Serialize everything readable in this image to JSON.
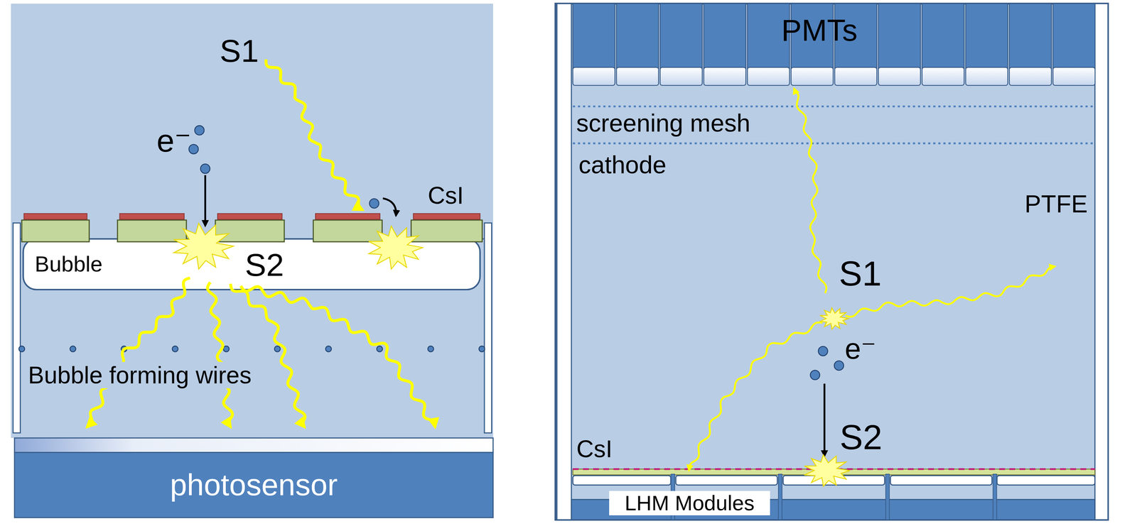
{
  "diagram": {
    "nodes": [
      {
        "text": [
          "Bubble"
        ]
      },
      {
        "text": [
          "photosensor"
        ]
      },
      {
        "text": [
          "PMTs"
        ]
      },
      {
        "text": [
          "LHM Modules"
        ]
      }
    ],
    "labels": [
      "S1",
      "e⁻",
      "CsI",
      "S2",
      "Bubble forming wires",
      "screening mesh",
      "cathode",
      "PTFE",
      "S1",
      "e⁻",
      "S2",
      "CsI"
    ]
  }
}
